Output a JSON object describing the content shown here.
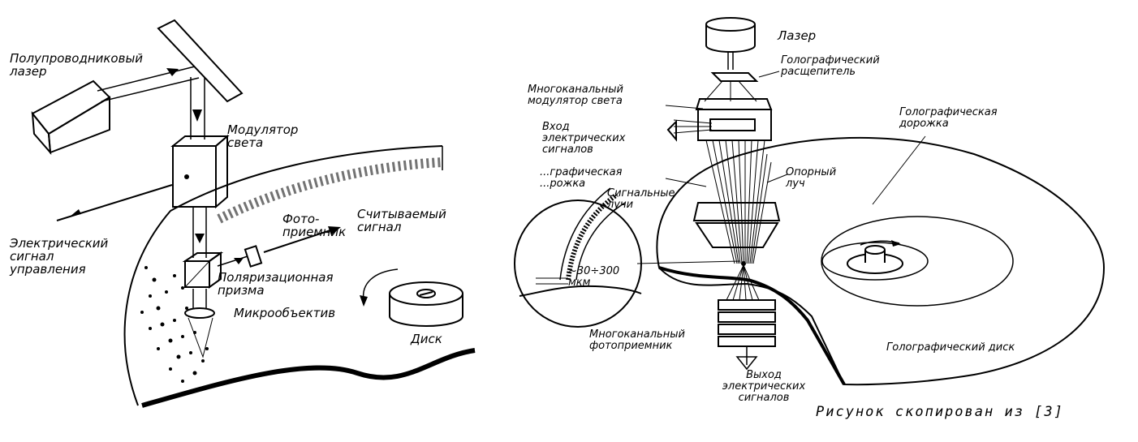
{
  "colors": {
    "ink": "#000000",
    "paper": "#ffffff"
  },
  "left_diagram": {
    "laser": "Полупроводниковый лазер",
    "modulator": "Модулятор света",
    "input_signal": "Электрический сигнал управления",
    "photodetector": "Фото-приемник",
    "read_signal": "Считываемый сигнал",
    "prism": "Поляризационная призма",
    "objective": "Микрообъектив",
    "disk": "Диск"
  },
  "right_diagram": {
    "laser": "Лазер",
    "splitter": "Голографический расщепитель",
    "modulator": "Многоканальный модулятор света",
    "input_signals": "Вход электрических сигналов",
    "track_zoom": "...графическая ...рожка",
    "signal_beams": "Сигнальные лучи",
    "reference_beam": "Опорный луч",
    "holographic_track": "Голографическая дорожка",
    "dimension": "~30÷300 мкм",
    "photodetector": "Многоканальный фотоприемник",
    "output_signals": "Выход электрических сигналов",
    "disk": "Голографический диск"
  },
  "caption": "Рисунок скопирован из [3]"
}
